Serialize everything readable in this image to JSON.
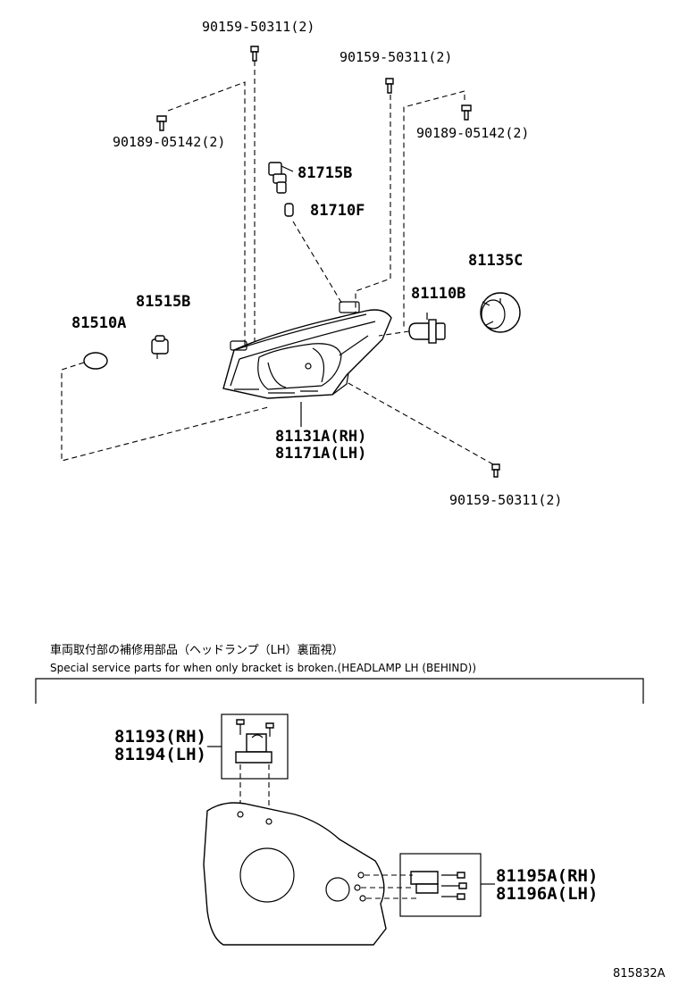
{
  "diagram": {
    "callouts": {
      "bolt_top_left": "90159-50311(2)",
      "bolt_top_right": "90159-50311(2)",
      "screw_left": "90189-05142(2)",
      "screw_right": "90189-05142(2)",
      "socket": "81715B",
      "bulb_small": "81710F",
      "cover": "81135C",
      "bulb_main": "81110B",
      "socket_side": "81515B",
      "bulb_side": "81510A",
      "headlamp_rh": "81131A(RH)",
      "headlamp_lh": "81171A(LH)",
      "bolt_bottom": "90159-50311(2)"
    },
    "service_section": {
      "title_jp": "車両取付部の補修用部品（ヘッドランプ（LH）裏面視）",
      "title_en": "Special service parts for when only bracket is broken.(HEADLAMP LH (BEHIND))",
      "bracket_upper_rh": "81193(RH)",
      "bracket_upper_lh": "81194(LH)",
      "bracket_side_rh": "81195A(RH)",
      "bracket_side_lh": "81196A(LH)"
    },
    "figure_id": "815832A"
  }
}
